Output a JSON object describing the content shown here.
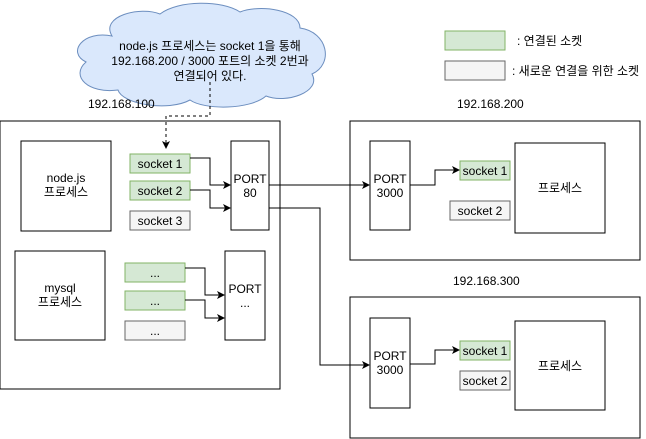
{
  "cloud": {
    "line1": "node.js 프로세스는 socket 1을 통해",
    "line2": "192.168.200 / 3000 포트의 소켓 2번과",
    "line3": "연결되어 있다."
  },
  "legend": {
    "connected_label": ": 연결된 소켓",
    "new_label": ": 새로운 연결을 위한 소켓",
    "colors": {
      "connected_fill": "#d5e8d4",
      "connected_stroke": "#82b366",
      "new_fill": "#f5f5f5",
      "new_stroke": "#666666",
      "cloud_fill": "#dae8fc",
      "cloud_stroke": "#6c8ebf"
    }
  },
  "host_100": {
    "ip": "192.168.100",
    "nodejs": {
      "process_line1": "node.js",
      "process_line2": "프로세스",
      "sockets": [
        "socket 1",
        "socket 2",
        "socket 3"
      ],
      "port_line1": "PORT",
      "port_line2": "80"
    },
    "mysql": {
      "process_line1": "mysql",
      "process_line2": "프로세스",
      "sockets": [
        "...",
        "...",
        "..."
      ],
      "port_line1": "PORT",
      "port_line2": "..."
    }
  },
  "host_200": {
    "ip": "192.168.200",
    "port_line1": "PORT",
    "port_line2": "3000",
    "sockets": [
      "socket 1",
      "socket 2"
    ],
    "process": "프로세스"
  },
  "host_300": {
    "ip": "192.168.300",
    "port_line1": "PORT",
    "port_line2": "3000",
    "sockets": [
      "socket 1",
      "socket 2"
    ],
    "process": "프로세스"
  }
}
